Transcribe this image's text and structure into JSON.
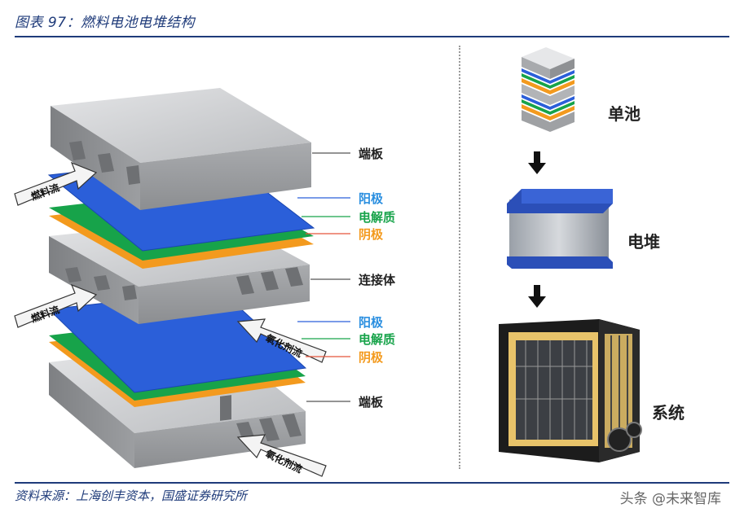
{
  "header": {
    "title": "图表 97：燃料电池电堆结构"
  },
  "footer": {
    "source": "资料来源：上海创丰资本，国盛证券研究所",
    "watermark": "头条 @未来智库"
  },
  "left_diagram": {
    "labels": {
      "end_plate_top": "端板",
      "anode_1": "阳极",
      "electrolyte_1": "电解质",
      "cathode_1": "阴极",
      "interconnect": "连接体",
      "anode_2": "阳极",
      "electrolyte_2": "电解质",
      "cathode_2": "阴极",
      "end_plate_bottom": "端板"
    },
    "arrows": {
      "fuel_1": "燃料流",
      "fuel_2": "燃料流",
      "oxidant_1": "氧化剂流",
      "oxidant_2": "氧化剂流"
    }
  },
  "right_diagram": {
    "cell": "单池",
    "stack": "电堆",
    "system": "系统"
  },
  "colors": {
    "anode": "#2b5fd9",
    "electrolyte": "#17a34a",
    "cathode": "#f39a1e",
    "plate": "#c9cbce",
    "title_blue": "#1f3b7a"
  }
}
